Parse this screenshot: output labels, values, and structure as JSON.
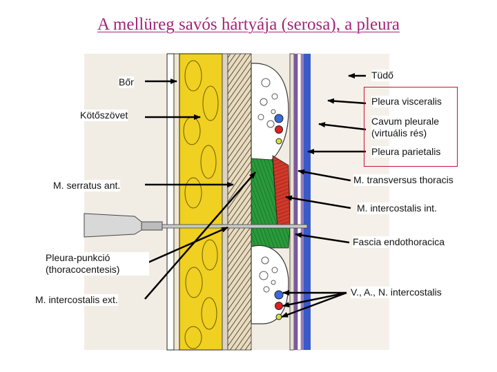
{
  "title": "A mellüreg savós hártyája (serosa), a pleura",
  "labels": {
    "bor": "Bőr",
    "tudo": "Tüdő",
    "pleura_visceralis": "Pleura visceralis",
    "kotoszovet": "Kötőszövet",
    "cavum_pleurale": "Cavum pleurale (virtuális rés)",
    "pleura_parietalis": "Pleura parietalis",
    "serratus": "M. serratus ant.",
    "transversus": "M. transversus thoracis",
    "intercostalis_int": "M. intercostalis int.",
    "fascia": "Fascia endothoracica",
    "punkcio": "Pleura-punkció (thoracocentesis)",
    "intercostalis_ext": "M. intercostalis ext.",
    "vessels": "V., A., N. intercostalis"
  },
  "colors": {
    "title": "#a0257a",
    "skin": "#f0d020",
    "muscle_green": "#2a9a3a",
    "muscle_red": "#d03a2a",
    "lung_blue": "#3a5ac8",
    "pleura_purple": "#7a5aa0",
    "highlight_box": "#c8102e"
  }
}
